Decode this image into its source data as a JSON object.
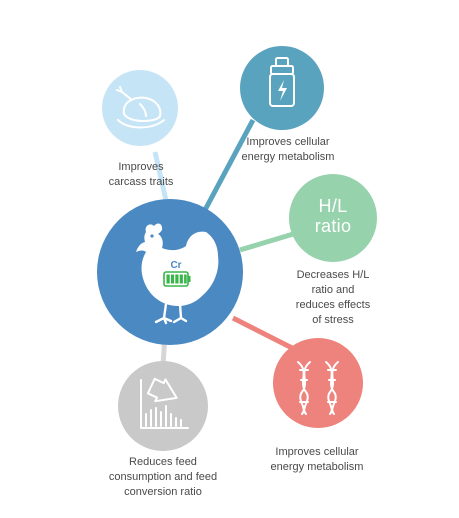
{
  "colors": {
    "center": "#4a89c2",
    "metabolism_top": "#5aa3bf",
    "ratio": "#96d2ac",
    "dna": "#ee827c",
    "feed": "#c9c9c9",
    "carcass": "#c5e4f6"
  },
  "center": {
    "badge": "Cr",
    "icon": "chicken-icon"
  },
  "nodes": {
    "carcass": {
      "label": "Improves\ncarcass traits",
      "icon": "roast-chicken-icon"
    },
    "metabolism_top": {
      "label": "Improves cellular\nenergy metabolism",
      "icon": "battery-bottle-icon"
    },
    "ratio": {
      "title_line1": "H/L",
      "title_line2": "ratio",
      "label": "Decreases H/L\nratio and\nreduces effects\nof stress"
    },
    "dna": {
      "label": "Improves cellular\nenergy metabolism",
      "icon": "dna-icon"
    },
    "feed": {
      "label": "Reduces feed\nconsumption and feed\nconversion ratio",
      "icon": "declining-chart-icon"
    }
  }
}
